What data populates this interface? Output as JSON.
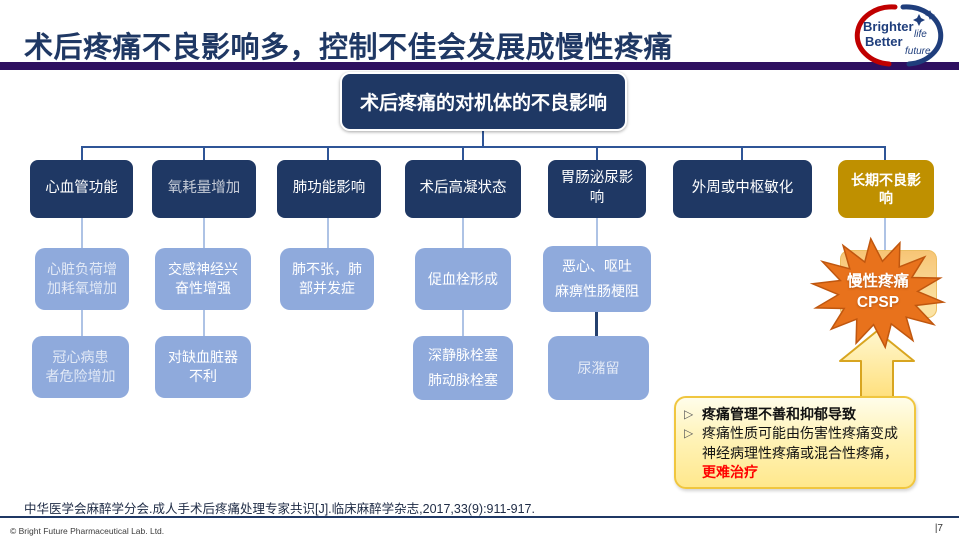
{
  "slide": {
    "title": "术后疼痛不良影响多，控制不佳会发展成慢性疼痛",
    "citation": "中华医学会麻醉学分会.成人手术后疼痛处理专家共识[J].临床麻醉学杂志,2017,33(9):911-917.",
    "copyright": "© Bright Future Pharmaceutical Lab. Ltd.",
    "page_label": "|7"
  },
  "logo": {
    "word1": "Brighter",
    "word2": "life",
    "word3": "Better",
    "word4": "future"
  },
  "diagram": {
    "root_label": "术后疼痛的对机体的不良影响",
    "columns": [
      {
        "id": "cardiovascular",
        "label": "心血管功能",
        "children": [
          "心脏负荷增\n加耗氧增加",
          "冠心病患\n者危险增加"
        ]
      },
      {
        "id": "oxygen-consumption",
        "label": "氧耗量增加",
        "children": [
          "交感神经兴\n奋性增强",
          "对缺血脏器\n不利"
        ]
      },
      {
        "id": "lung-function",
        "label": "肺功能影响",
        "children": [
          "肺不张，肺\n部并发症"
        ]
      },
      {
        "id": "hypercoagulable-state",
        "label": "术后高凝状态",
        "children": [
          "促血栓形成",
          "深静脉栓塞\n肺动脉栓塞"
        ]
      },
      {
        "id": "gi-urinary",
        "label": "胃肠泌尿影\n响",
        "children": [
          "恶心、呕吐\n麻痹性肠梗阻",
          "尿潴留"
        ]
      },
      {
        "id": "sensitization",
        "label": "外周或中枢敏化",
        "children": []
      },
      {
        "id": "long-term",
        "label": "长期不良影\n响",
        "children": []
      }
    ]
  },
  "starburst": {
    "label": "慢性疼痛\nCPSP"
  },
  "callout": {
    "items": [
      {
        "marker": "▷",
        "text": "疼痛管理不善和抑郁导致",
        "emphasis": ""
      },
      {
        "marker": "▷",
        "text": "疼痛性质可能由伤害性疼痛变成神经病理性疼痛或混合性疼痛，",
        "emphasis": "更难治疗"
      }
    ]
  },
  "colors": {
    "title_navy": "#1F3864",
    "box_navy": "#1F3864",
    "box_light_blue": "#8FAADC",
    "box_gold": "#BF9000",
    "starburst_orange": "#E8721C",
    "callout_yellow": "#FFE88D",
    "emphasis_red": "#FF0000",
    "header_bar_purple": "#2E1060",
    "logo_red": "#C00000",
    "logo_blue": "#1F3E7C"
  }
}
